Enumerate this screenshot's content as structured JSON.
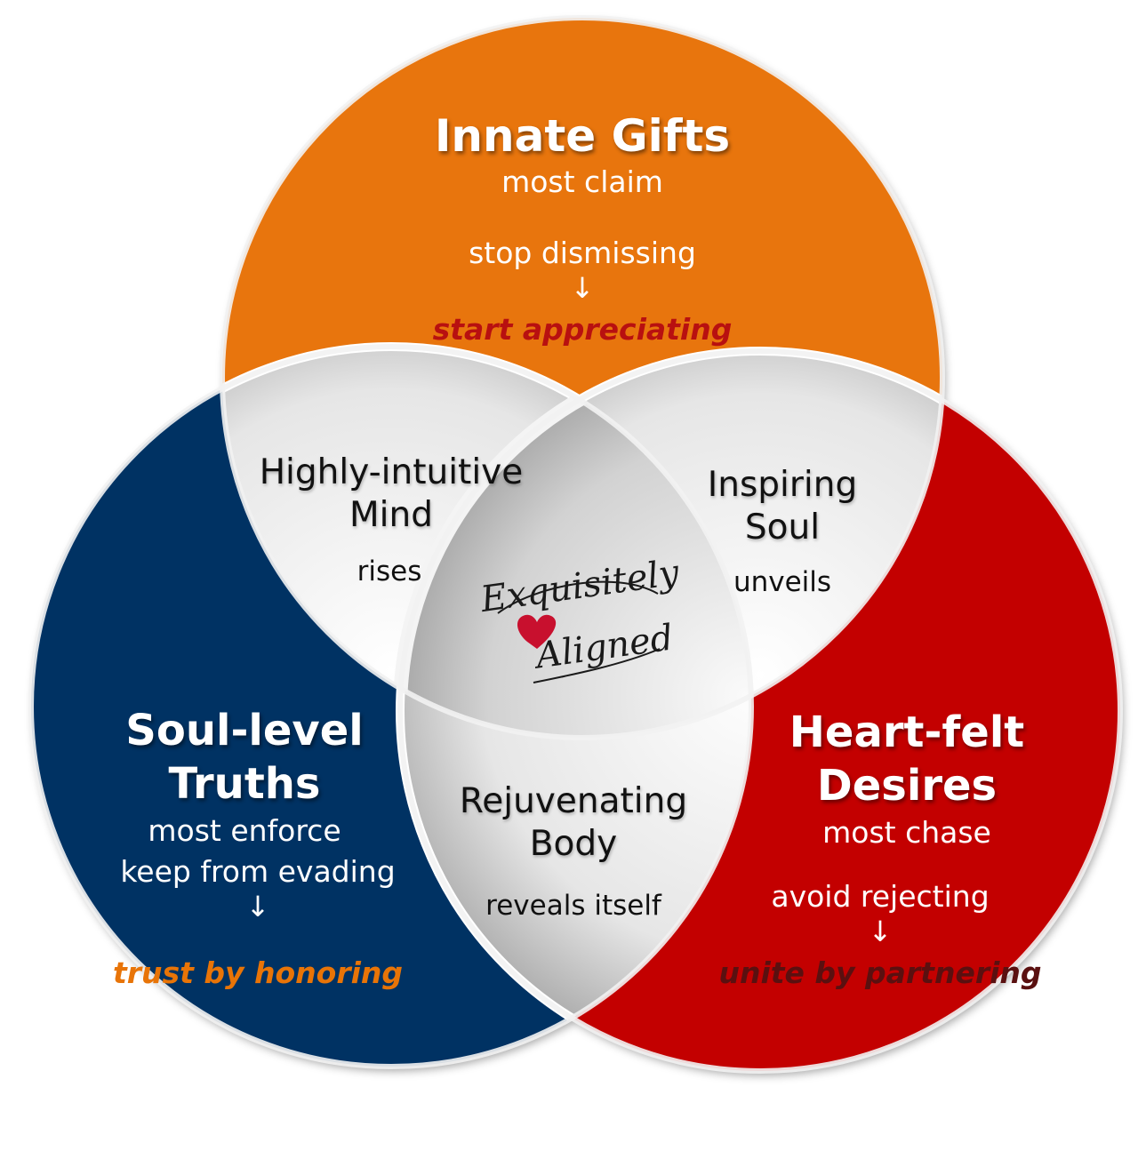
{
  "colors": {
    "orange": "#E87407",
    "navy": "#063264",
    "red": "#C30000",
    "silver": "#D8D8D8",
    "accent_red": "#B81010",
    "accent_orange": "#E87407",
    "accent_dark": "#5A1010",
    "heart": "#C8102E"
  },
  "top": {
    "title": "Innate Gifts",
    "subtitle": "most claim",
    "from": "stop dismissing",
    "arrow": "↓",
    "to": "start appreciating"
  },
  "left": {
    "title_line1": "Soul-level",
    "title_line2": "Truths",
    "subtitle": "most enforce",
    "from": "keep from evading",
    "arrow": "↓",
    "to": "trust by honoring"
  },
  "right": {
    "title_line1": "Heart-felt",
    "title_line2": "Desires",
    "subtitle": "most chase",
    "from": "avoid rejecting",
    "arrow": "↓",
    "to": "unite by partnering"
  },
  "overlap_top_left": {
    "title_line1": "Highly-intuitive",
    "title_line2": "Mind",
    "verb": "rises"
  },
  "overlap_top_right": {
    "title_line1": "Inspiring",
    "title_line2": "Soul",
    "verb": "unveils"
  },
  "overlap_bottom": {
    "title_line1": "Rejuvenating",
    "title_line2": "Body",
    "verb": "reveals itself"
  },
  "center": {
    "line1": "Exquisitely",
    "line2": "Aligned",
    "icon": "heart-icon"
  }
}
